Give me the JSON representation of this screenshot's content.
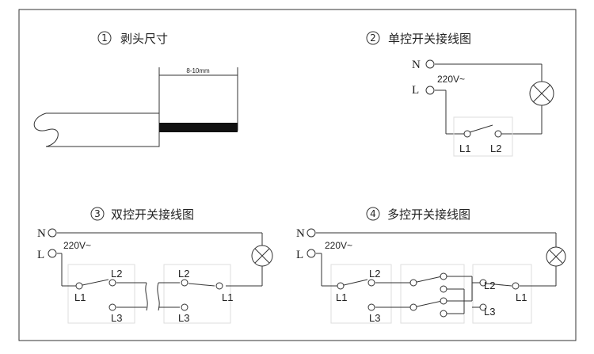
{
  "sections": [
    {
      "number": "1",
      "title": "剥头尺寸"
    },
    {
      "number": "2",
      "title": "单控开关接线图"
    },
    {
      "number": "3",
      "title": "双控开关接线图"
    },
    {
      "number": "4",
      "title": "多控开关接线图"
    }
  ],
  "strip": {
    "dimension": "8-10mm"
  },
  "labels": {
    "neutral": "N",
    "live": "L",
    "voltage": "220V~",
    "l1": "L1",
    "l2": "L2",
    "l3": "L3"
  }
}
